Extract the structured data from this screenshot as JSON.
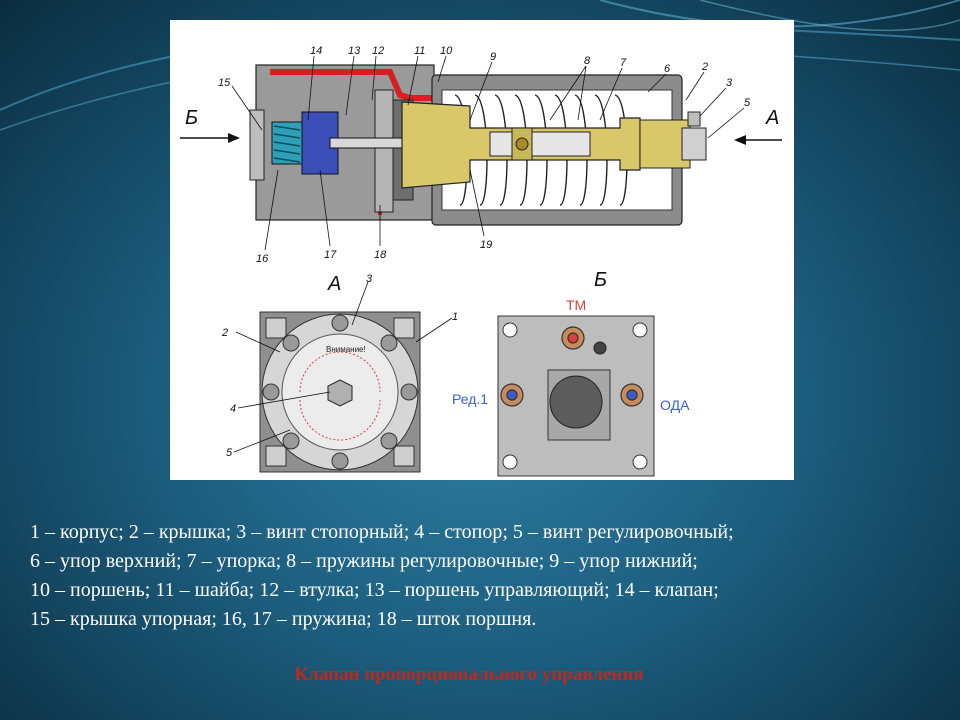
{
  "drawing": {
    "view_main_left": "Б",
    "view_main_right": "А",
    "view_a_title": "А",
    "view_b_title": "Б",
    "part_numbers": [
      "14",
      "13",
      "12",
      "11",
      "10",
      "9",
      "8",
      "7",
      "6",
      "2",
      "3",
      "5",
      "15",
      "16",
      "17",
      "18",
      "19",
      "2",
      "1",
      "3",
      "4",
      "5"
    ],
    "plate_b_top": "ТМ",
    "plate_b_left": "Ред.1",
    "plate_b_right": "ОДА",
    "cap_text": "Внимание!",
    "colors": {
      "red_pipe": "#d42020",
      "yellow_piston": "#d8c86a",
      "blue_piston": "#3b4fb8",
      "cyan_spring": "#2f9fb8",
      "body_gray": "#8c8c8c",
      "plate_b_top_color": "#d84040",
      "plate_b_side_color": "#3a5fc8"
    }
  },
  "legend": {
    "line1": "1 – корпус; 2 – крышка; 3 – винт стопорный; 4 – стопор; 5 – винт регулировочный;",
    "line2": "6 – упор верхний; 7 – упорка; 8 – пружины регулировочные; 9 – упор нижний;",
    "line3": "10 – поршень; 11 – шайба; 12 – втулка;       13 – поршень управляющий; 14 – клапан;",
    "line4": "15 – крышка упорная; 16, 17 – пружина; 18 – шток поршня."
  },
  "title": "Клапан пропорционального управления"
}
